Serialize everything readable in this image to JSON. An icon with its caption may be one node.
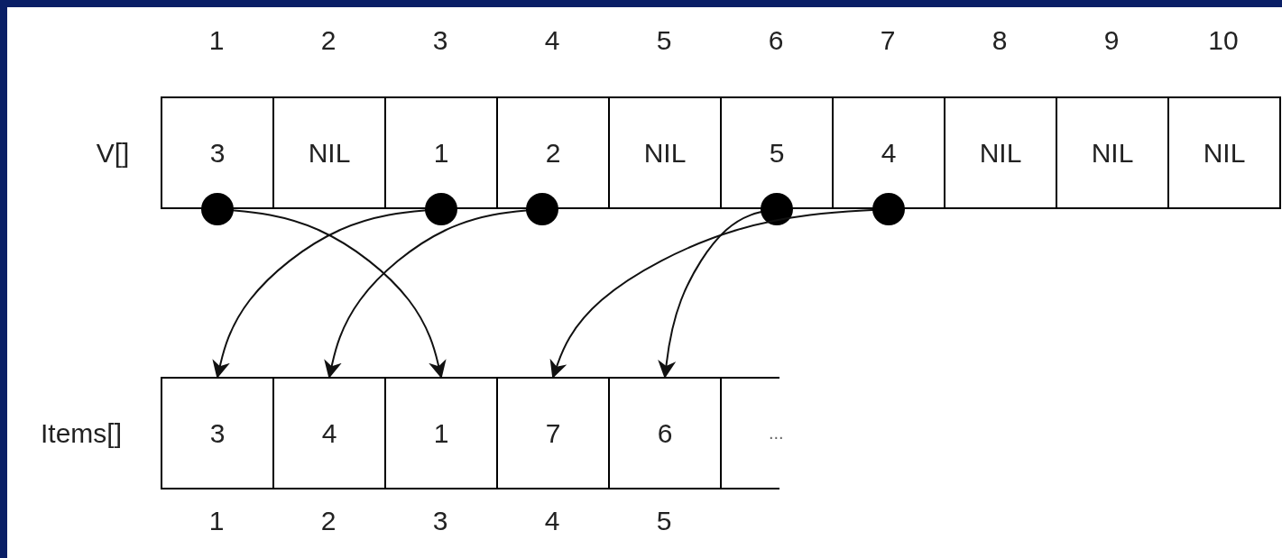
{
  "diagram": {
    "nodes": [
      {
        "text": [
          "3"
        ]
      },
      {
        "text": [
          "NIL"
        ]
      },
      {
        "text": [
          "1"
        ]
      },
      {
        "text": [
          "2"
        ]
      },
      {
        "text": [
          "NIL"
        ]
      },
      {
        "text": [
          "5"
        ]
      },
      {
        "text": [
          "4"
        ]
      },
      {
        "text": [
          "NIL"
        ]
      },
      {
        "text": [
          "NIL"
        ]
      },
      {
        "text": [
          "NIL"
        ]
      },
      {
        "text": [
          "3"
        ]
      },
      {
        "text": [
          "4"
        ]
      },
      {
        "text": [
          "1"
        ]
      },
      {
        "text": [
          "7"
        ]
      },
      {
        "text": [
          "6"
        ]
      },
      {
        "text": [
          "..."
        ]
      }
    ],
    "edges": [
      {
        "from": 0,
        "to": 12,
        "arrow": "to"
      },
      {
        "from": 2,
        "to": 10,
        "arrow": "to"
      },
      {
        "from": 3,
        "to": 11,
        "arrow": "to"
      },
      {
        "from": 5,
        "to": 14,
        "arrow": "to"
      },
      {
        "from": 6,
        "to": 13,
        "arrow": "to"
      }
    ],
    "labels": [
      "1",
      "2",
      "3",
      "4",
      "5",
      "6",
      "7",
      "8",
      "9",
      "10",
      "V[]",
      "Items[]",
      "1",
      "2",
      "3",
      "4",
      "5"
    ]
  }
}
